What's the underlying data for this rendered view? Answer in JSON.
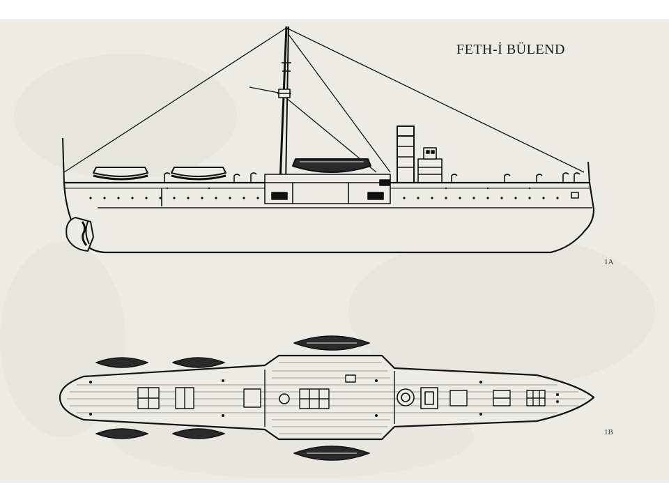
{
  "title": "FETH-İ BÜLEND",
  "views": {
    "side": {
      "label": "1A"
    },
    "plan": {
      "label": "1B"
    }
  },
  "colors": {
    "paper": "#ecebe5",
    "ink": "#111111",
    "stain": "#dcdad0"
  }
}
